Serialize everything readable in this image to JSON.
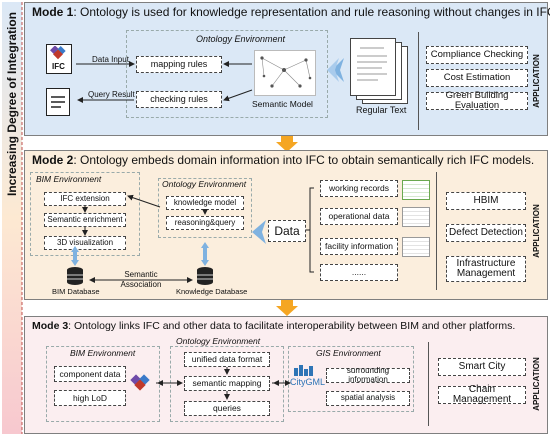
{
  "side_label": "Increasing Degree of Integration",
  "mode1": {
    "title_bold": "Mode 1",
    "title_rest": ": Ontology is used for knowledge representation and rule reasoning without changes in IFC.",
    "env_label": "Ontology Environment",
    "ifc_label": "IFC",
    "data_input": "Data Input",
    "query_result": "Query Result",
    "mapping_rules": "mapping rules",
    "checking_rules": "checking rules",
    "semantic_model": "Semantic Model",
    "regular_text": "Regular Text",
    "applications": [
      "Compliance Checking",
      "Cost Estimation",
      "Green Building Evaluation"
    ],
    "application_label": "APPLICATION"
  },
  "mode2": {
    "title_bold": "Mode 2",
    "title_rest": ": Ontology embeds domain information into IFC to obtain semantically rich IFC models.",
    "bim_env": "BIM Environment",
    "bim_items": [
      "IFC extension",
      "Semantic enrichment",
      "3D visualization"
    ],
    "onto_env": "Ontology Environment",
    "onto_items": [
      "knowledge model",
      "reasoning&query"
    ],
    "data_label": "Data",
    "data_items": [
      "working records",
      "operational data",
      "facility information",
      "......"
    ],
    "bim_db": "BIM Database",
    "knowledge_db": "Knowledge Database",
    "semantic_assoc": "Semantic Association",
    "applications": [
      "HBIM",
      "Defect Detection",
      "Infrastructure Management"
    ],
    "application_label": "APPLICATION"
  },
  "mode3": {
    "title_bold": "Mode 3",
    "title_rest": ": Ontology links IFC and other data to facilitate interoperability between BIM and other platforms.",
    "bim_env": "BIM Environment",
    "bim_items": [
      "component data",
      "high LoD"
    ],
    "onto_env": "Ontology Environment",
    "onto_items": [
      "unified data format",
      "semantic mapping",
      "queries"
    ],
    "gis_env": "GIS Environment",
    "citygml": "CityGML",
    "gis_items": [
      "surrounding information",
      "spatial analysis"
    ],
    "applications": [
      "Smart City",
      "Chain Management"
    ],
    "application_label": "APPLICATION"
  },
  "colors": {
    "mode1_bg": "#dbe8f6",
    "mode2_bg": "#fbeedd",
    "mode3_bg": "#fbeef0",
    "arrow_orange": "#f5a623",
    "arrow_blue": "#7fb2e0"
  }
}
